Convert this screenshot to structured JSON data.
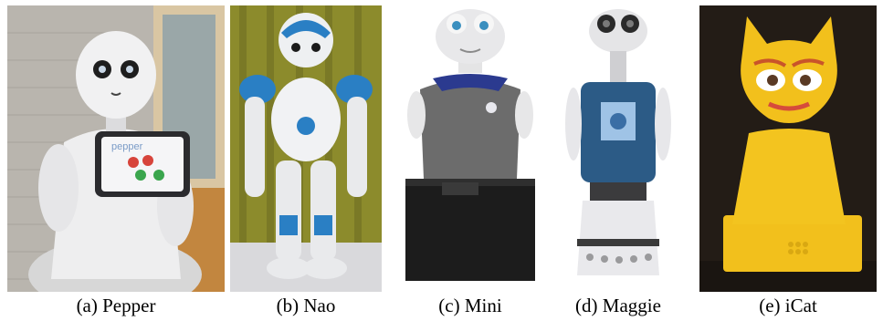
{
  "figure": {
    "captions": {
      "pepper": "(a) Pepper",
      "nao": "(b) Nao",
      "mini": "(c) Mini",
      "maggie": "(d) Maggie",
      "icat": "(e) iCat"
    },
    "pepper_tablet_text": "pepper"
  },
  "colors": {
    "nao_blue": "#2a7fc4",
    "maggie_blue": "#2c5b86",
    "icat_yellow": "#f2c01c",
    "robot_white": "#e9eaec"
  }
}
